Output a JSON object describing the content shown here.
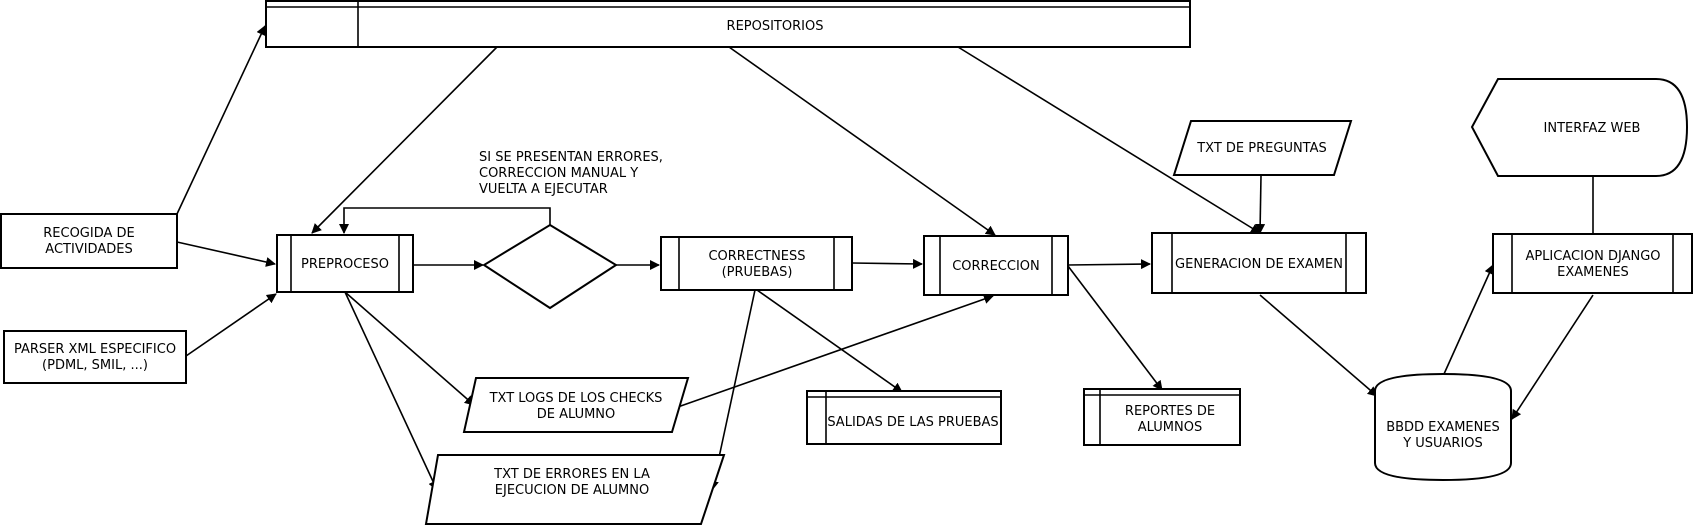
{
  "nodes": {
    "repositorios": {
      "lines": [
        "REPOSITORIOS"
      ]
    },
    "recogida": {
      "lines": [
        "RECOGIDA DE",
        "ACTIVIDADES"
      ]
    },
    "parser": {
      "lines": [
        "PARSER XML ESPECIFICO",
        "(PDML, SMIL, ...)"
      ]
    },
    "preproceso": {
      "lines": [
        "PREPROCESO"
      ]
    },
    "nota_errores": {
      "lines": [
        "SI SE PRESENTAN ERRORES,",
        "CORRECCION MANUAL Y",
        "VUELTA A EJECUTAR"
      ]
    },
    "correctness": {
      "lines": [
        "CORRECTNESS",
        "(PRUEBAS)"
      ]
    },
    "correccion": {
      "lines": [
        "CORRECCION"
      ]
    },
    "generacion": {
      "lines": [
        "GENERACION DE EXAMEN"
      ]
    },
    "txt_preguntas": {
      "lines": [
        "TXT DE PREGUNTAS"
      ]
    },
    "interfaz_web": {
      "lines": [
        "INTERFAZ WEB"
      ]
    },
    "aplicacion_django": {
      "lines": [
        "APLICACION DJANGO",
        "EXAMENES"
      ]
    },
    "bbdd": {
      "lines": [
        "BBDD EXAMENES",
        "Y USUARIOS"
      ]
    },
    "txt_logs": {
      "lines": [
        "TXT LOGS DE LOS CHECKS",
        "DE ALUMNO"
      ]
    },
    "txt_errores": {
      "lines": [
        "TXT DE ERRORES EN LA",
        "EJECUCION DE ALUMNO"
      ]
    },
    "salidas": {
      "lines": [
        "SALIDAS DE LAS PRUEBAS"
      ]
    },
    "reportes": {
      "lines": [
        "REPORTES DE",
        "ALUMNOS"
      ]
    }
  },
  "edges": [
    {
      "from": "recogida",
      "to": "repositorios"
    },
    {
      "from": "recogida",
      "to": "preproceso"
    },
    {
      "from": "parser",
      "to": "preproceso"
    },
    {
      "from": "repositorios",
      "to": "preproceso"
    },
    {
      "from": "repositorios",
      "to": "correccion"
    },
    {
      "from": "repositorios",
      "to": "generacion"
    },
    {
      "from": "preproceso",
      "to": "decision"
    },
    {
      "from": "decision",
      "to": "preproceso"
    },
    {
      "from": "decision",
      "to": "correctness"
    },
    {
      "from": "correctness",
      "to": "correccion"
    },
    {
      "from": "correccion",
      "to": "generacion"
    },
    {
      "from": "preproceso",
      "to": "txt_logs"
    },
    {
      "from": "preproceso",
      "to": "txt_errores"
    },
    {
      "from": "correctness",
      "to": "txt_errores"
    },
    {
      "from": "correctness",
      "to": "salidas"
    },
    {
      "from": "txt_logs",
      "to": "correccion"
    },
    {
      "from": "correccion",
      "to": "reportes"
    },
    {
      "from": "txt_preguntas",
      "to": "generacion"
    },
    {
      "from": "generacion",
      "to": "bbdd"
    },
    {
      "from": "bbdd",
      "to": "aplicacion_django"
    },
    {
      "from": "aplicacion_django",
      "to": "bbdd"
    },
    {
      "from": "interfaz_web",
      "to": "aplicacion_django"
    }
  ]
}
